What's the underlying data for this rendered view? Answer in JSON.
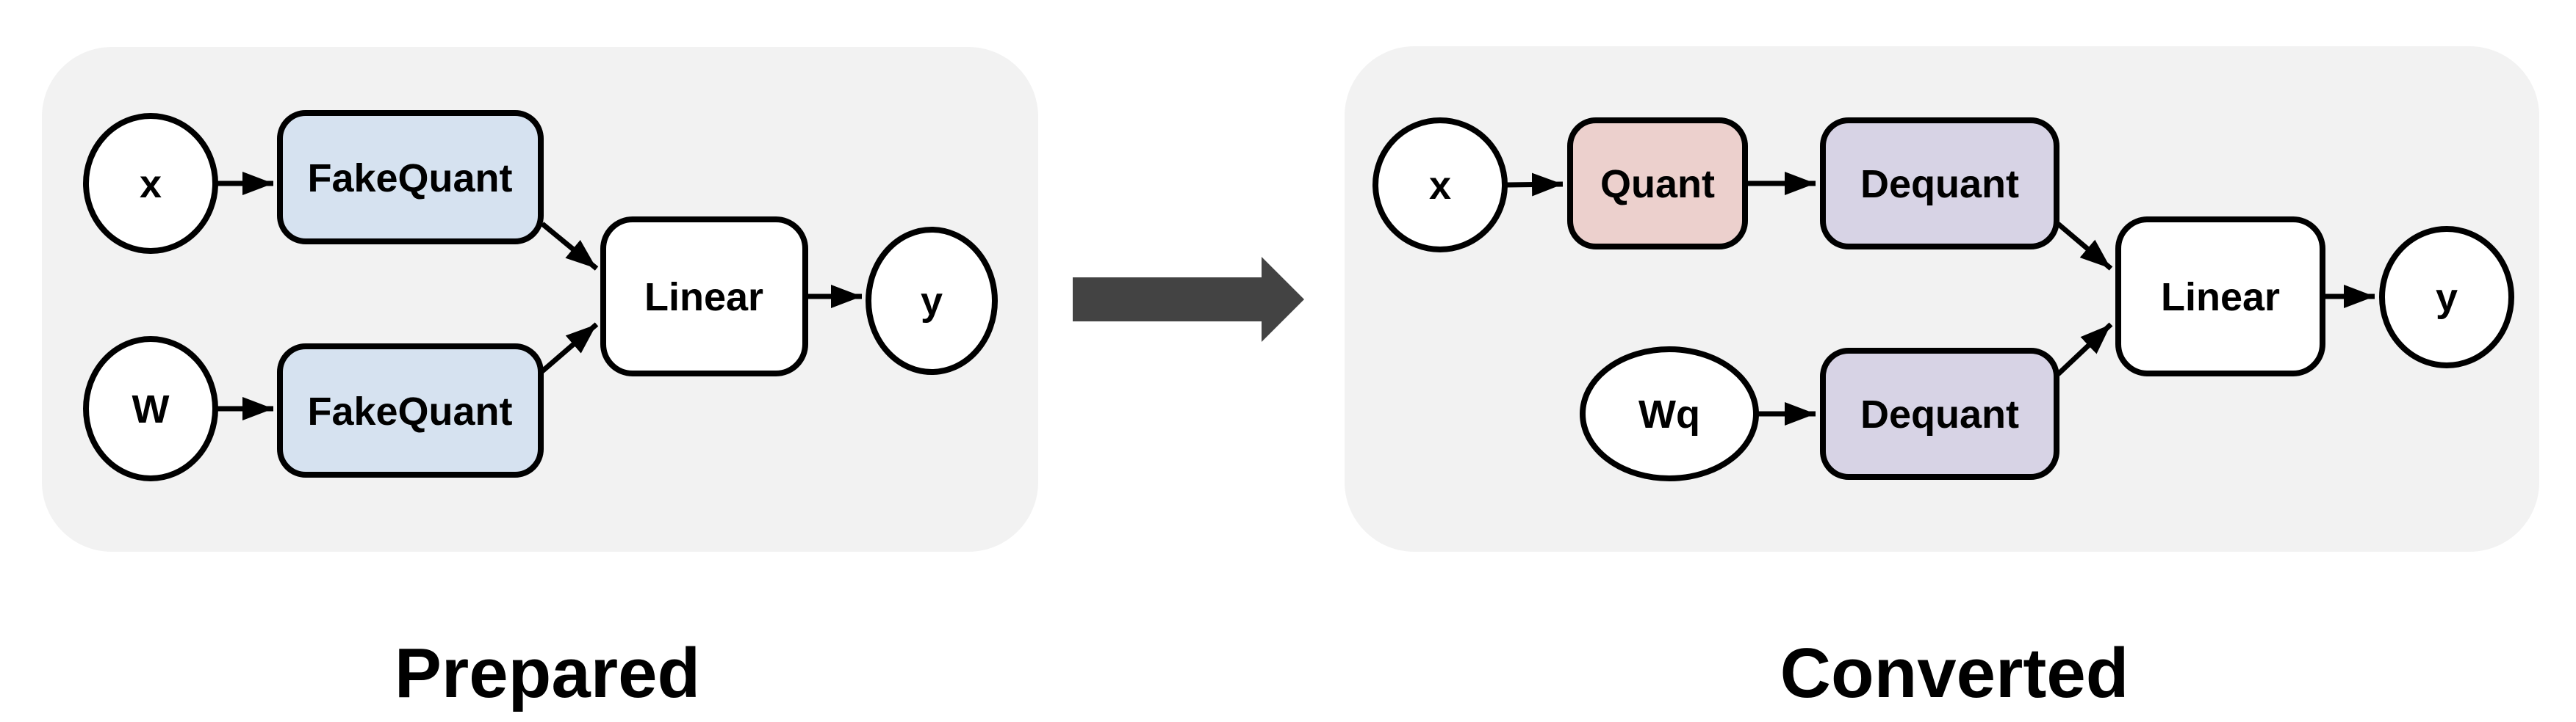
{
  "figure": {
    "left_panel": {
      "title": "Prepared",
      "nodes": {
        "x": "x",
        "w": "W",
        "fakequant_top": "FakeQuant",
        "fakequant_bottom": "FakeQuant",
        "linear": "Linear",
        "y": "y"
      }
    },
    "right_panel": {
      "title": "Converted",
      "nodes": {
        "x": "x",
        "wq": "Wq",
        "quant": "Quant",
        "dequant_top": "Dequant",
        "dequant_bottom": "Dequant",
        "linear": "Linear",
        "y": "y"
      }
    },
    "colors": {
      "panel_background": "#f2f2f2",
      "fakequant_fill": "#d6e2f0",
      "quant_fill": "#ecd0cd",
      "dequant_fill": "#d7d3e5",
      "node_fill": "#ffffff",
      "outline": "#000000",
      "transform_arrow": "#434343"
    }
  }
}
